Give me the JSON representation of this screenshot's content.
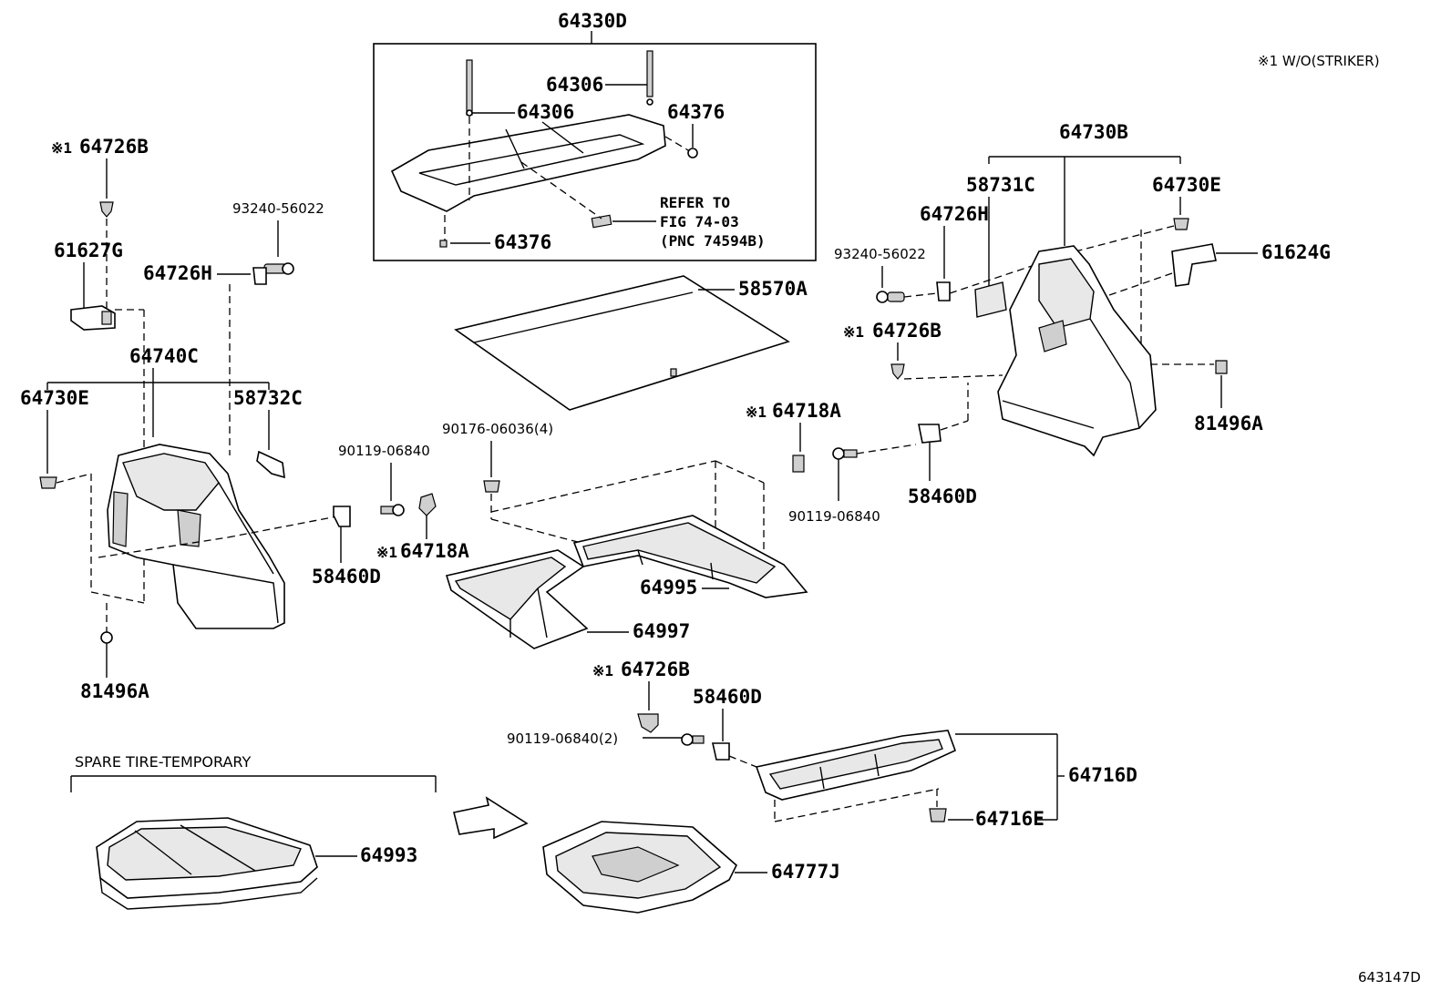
{
  "note": "※1 W/O(STRIKER)",
  "footer_code": "643147D",
  "spare_tire_title": "SPARE TIRE-TEMPORARY",
  "refer_note": {
    "line1": "REFER TO",
    "line2": "FIG 74-03",
    "line3": "(PNC 74594B)"
  },
  "callouts": {
    "c64330D": "64330D",
    "c64306a": "64306",
    "c64306b": "64306",
    "c64376a": "64376",
    "c64376b": "64376",
    "c58570A": "58570A",
    "c64726B_a": "64726B",
    "c61627G": "61627G",
    "c93240_a": "93240-56022",
    "c64726H_a": "64726H",
    "c64740C": "64740C",
    "c64730E_a": "64730E",
    "c58732C": "58732C",
    "c81496A_a": "81496A",
    "c90119_a": "90119-06840",
    "c58460D_a": "58460D",
    "c64718A_a": "64718A",
    "c90176": "90176-06036(4)",
    "c64997": "64997",
    "c64995": "64995",
    "c64718A_b": "64718A",
    "c90119_b": "90119-06840",
    "c58460D_b": "58460D",
    "c64730B": "64730B",
    "c58731C": "58731C",
    "c64730E_b": "64730E",
    "c64726H_b": "64726H",
    "c93240_b": "93240-56022",
    "c61624G": "61624G",
    "c64726B_b": "64726B",
    "c81496A_b": "81496A",
    "c64726B_c": "64726B",
    "c58460D_c": "58460D",
    "c90119_c": "90119-06840(2)",
    "c64716D": "64716D",
    "c64716E": "64716E",
    "c64993": "64993",
    "c64777J": "64777J"
  },
  "markers": {
    "m1": "※1",
    "m2": "※1",
    "m3": "※1",
    "m4": "※1",
    "m5": "※1"
  }
}
